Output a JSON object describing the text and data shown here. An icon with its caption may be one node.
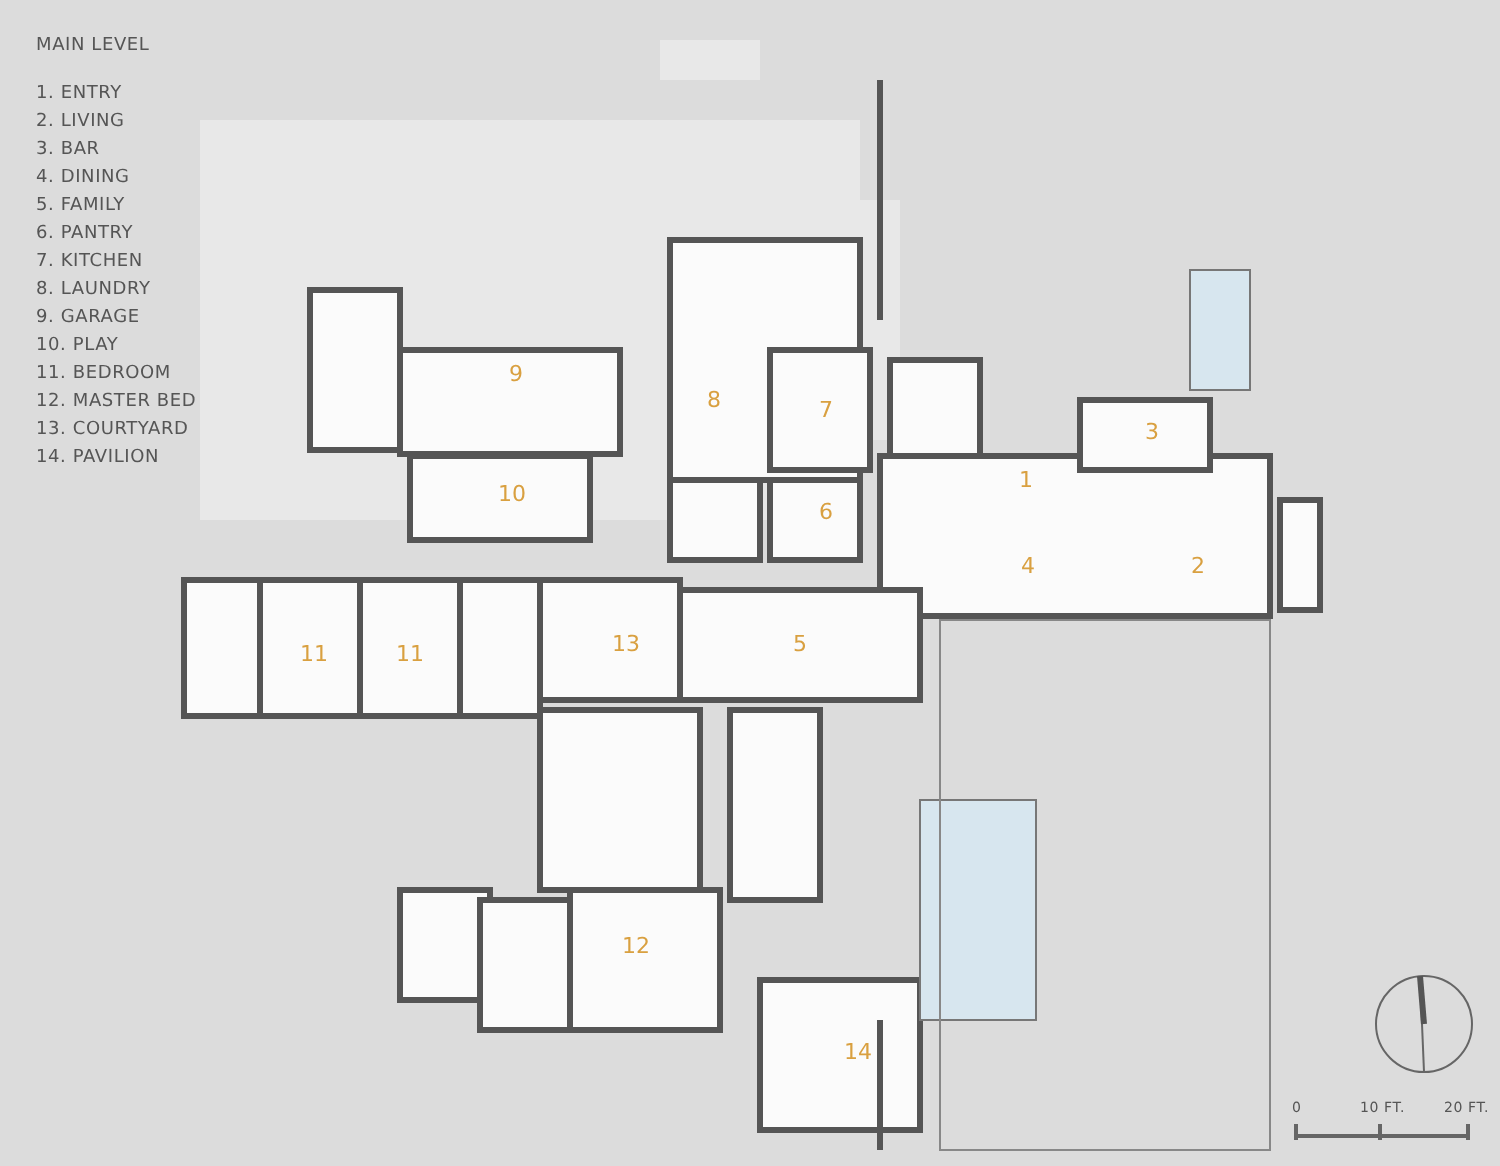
{
  "diagram": {
    "title": "MAIN LEVEL",
    "labels": [
      "1. ENTRY",
      "2. LIVING",
      "3. BAR",
      "4. DINING",
      "5. FAMILY",
      "6. PANTRY",
      "7. KITCHEN",
      "8. LAUNDRY",
      "9. GARAGE",
      "10. PLAY",
      "11. BEDROOM",
      "12. MASTER BED",
      "13. COURTYARD",
      "14. PAVILION",
      "9",
      "8",
      "7",
      "3",
      "10",
      "1",
      "6",
      "4",
      "2",
      "11",
      "11",
      "13",
      "5",
      "12",
      "14",
      "0",
      "10 FT.",
      "20 FT."
    ]
  }
}
